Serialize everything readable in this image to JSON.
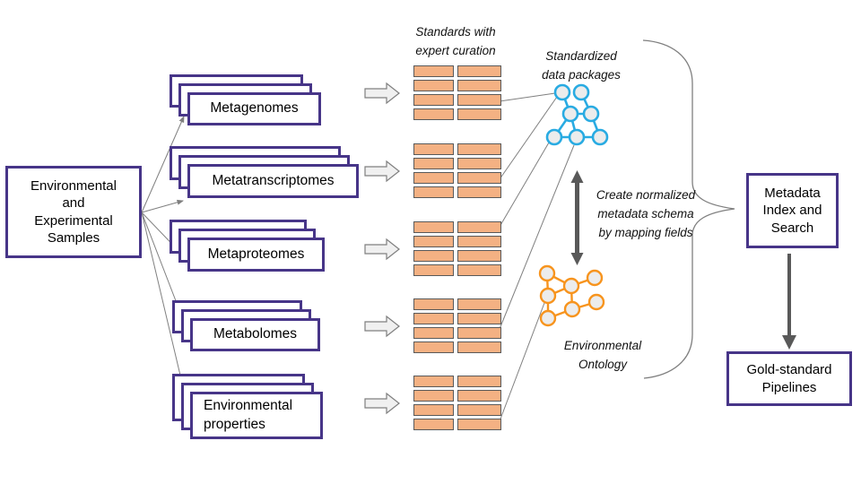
{
  "colors": {
    "purple": "#473588",
    "cell_orange": "#f4b183",
    "blue_network": "#29abe2",
    "orange_network": "#f7941e",
    "arrow_dark": "#595959"
  },
  "samples": {
    "label": "Environmental\nand\nExperimental\nSamples"
  },
  "data_types": [
    {
      "label": "Metagenomes"
    },
    {
      "label": "Metatranscriptomes"
    },
    {
      "label": "Metaproteomes"
    },
    {
      "label": "Metabolomes"
    },
    {
      "label": "Environmental\nproperties"
    }
  ],
  "curation": {
    "heading": "Standards with\nexpert curation",
    "grids": {
      "count": 5,
      "rows": 4,
      "cols": 2
    }
  },
  "packages": {
    "heading": "Standardized\ndata packages"
  },
  "mapping_note": "Create normalized\nmetadata schema\nby mapping fields",
  "ontology": {
    "heading": "Environmental\nOntology"
  },
  "outputs": {
    "metadata_index": "Metadata\nIndex and\nSearch",
    "pipelines": "Gold-standard\nPipelines"
  }
}
